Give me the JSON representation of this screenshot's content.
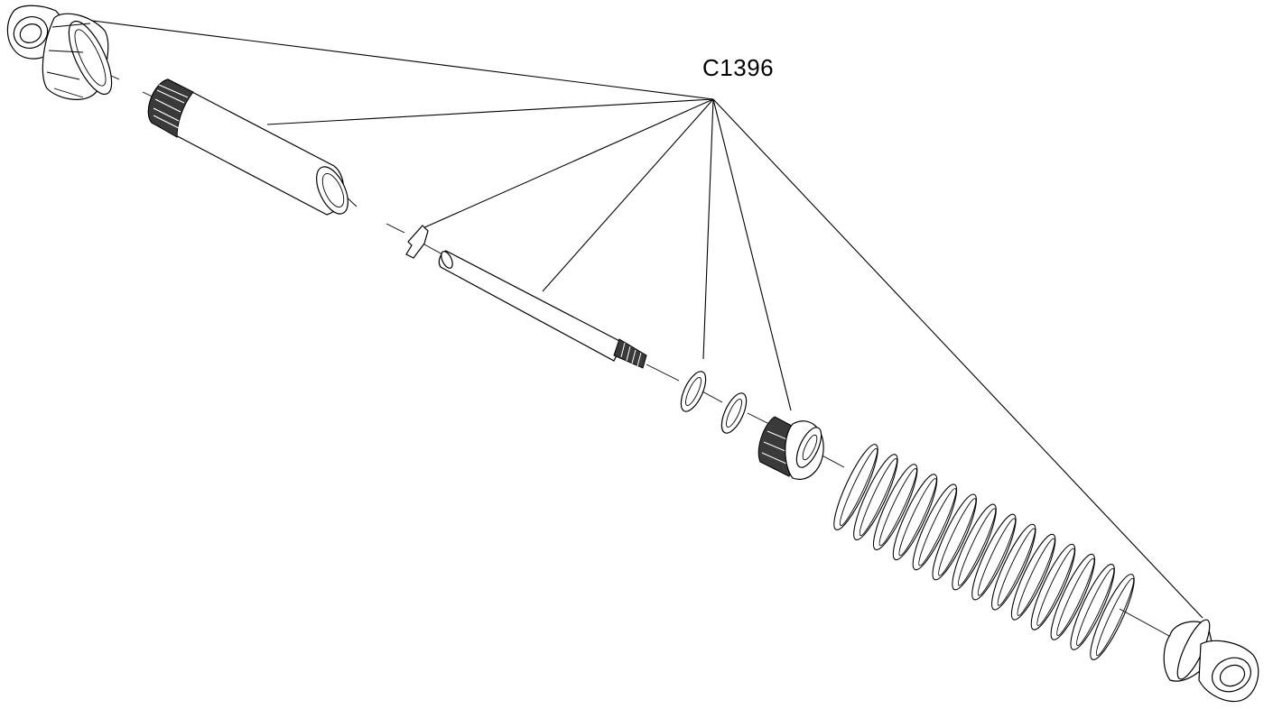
{
  "diagram": {
    "part_number": "C1396",
    "parts": [
      {
        "name": "rod-end-top",
        "icon": "rod-end-icon"
      },
      {
        "name": "shock-body",
        "icon": "threaded-cylinder-icon"
      },
      {
        "name": "e-clip",
        "icon": "clip-icon"
      },
      {
        "name": "shock-shaft",
        "icon": "shaft-icon"
      },
      {
        "name": "o-ring-1",
        "icon": "o-ring-icon"
      },
      {
        "name": "o-ring-2",
        "icon": "o-ring-icon"
      },
      {
        "name": "spring-collar",
        "icon": "collar-icon"
      },
      {
        "name": "coil-spring",
        "icon": "spring-icon"
      },
      {
        "name": "rod-end-bottom",
        "icon": "rod-end-icon"
      }
    ]
  }
}
